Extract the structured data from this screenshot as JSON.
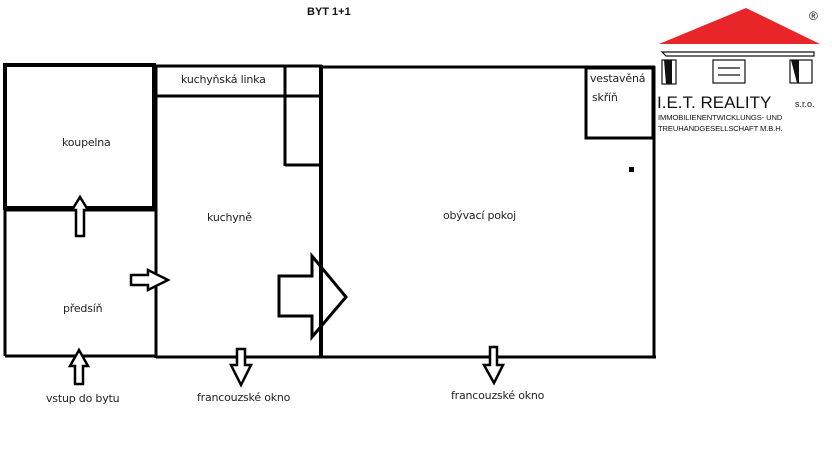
{
  "title": "BYT 1+1",
  "rooms": {
    "koupelna": "koupelna",
    "kuchynska_linka": "kuchyňská linka",
    "kuchyne": "kuchyně",
    "predsin": "předsíň",
    "obyvaci_pokoj": "obývací pokoj",
    "vestavena_skrin_line1": "vestavěná",
    "vestavena_skrin_line2": "skříň"
  },
  "annotations": {
    "entrance": "vstup do bytu",
    "window_kitchen": "francouzské okno",
    "window_living": "francouzské okno"
  },
  "logo": {
    "name": "I.E.T. REALITY",
    "suffix": "s.r.o.",
    "line1": "IMMOBILIENENTWICKLUNGS- UND",
    "line2": "TREUHANDGESELLSCHAFT M.B.H.",
    "registered": "®",
    "roof_color": "#e8262a"
  }
}
